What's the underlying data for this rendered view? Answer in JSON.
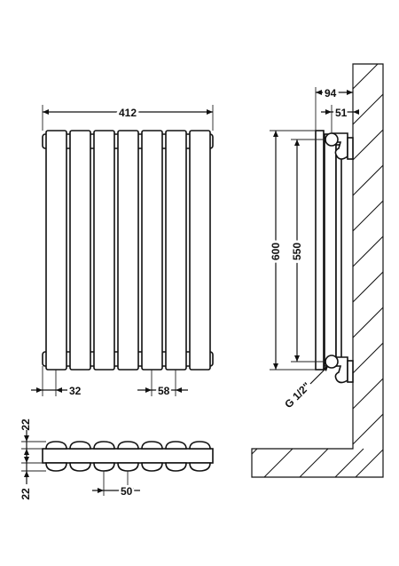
{
  "front_view": {
    "width_label": "412",
    "margin_label": "32",
    "column_pitch_label": "58",
    "column_count": 7
  },
  "side_view": {
    "depth_label": "94",
    "wall_clearance_label": "51",
    "height_label": "600",
    "pipe_centres_label": "550",
    "connection_label": "G 1/2\""
  },
  "plan_view": {
    "top_depth_label": "22",
    "bottom_depth_label": "22",
    "column_pitch_label": "50",
    "column_count": 7
  }
}
